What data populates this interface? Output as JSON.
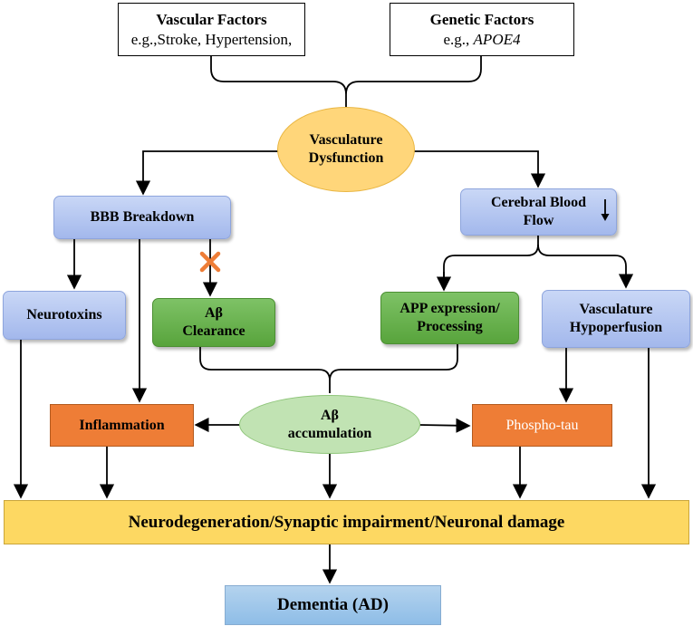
{
  "nodes": {
    "vascular_factors": {
      "title": "Vascular Factors",
      "example": "e.g.,Stroke, Hypertension,"
    },
    "genetic_factors": {
      "title": "Genetic Factors",
      "example_prefix": "e.g., ",
      "example_gene": "APOE4"
    },
    "vasculature_dysfunction": {
      "line1": "Vasculature",
      "line2": "Dysfunction"
    },
    "bbb_breakdown": {
      "label": "BBB Breakdown"
    },
    "cerebral_blood_flow": {
      "line1": "Cerebral Blood",
      "line2": "Flow",
      "indicator": "decrease"
    },
    "neurotoxins": {
      "label": "Neurotoxins"
    },
    "abeta_clearance": {
      "line1": "Aβ",
      "line2": "Clearance"
    },
    "app_expression": {
      "line1": "APP expression/",
      "line2": "Processing"
    },
    "vasculature_hypoperfusion": {
      "line1": "Vasculature",
      "line2": "Hypoperfusion"
    },
    "inflammation": {
      "label": "Inflammation"
    },
    "abeta_accumulation": {
      "line1": "Aβ",
      "line2": "accumulation"
    },
    "phospho_tau": {
      "label": "Phospho-tau"
    },
    "neurodegeneration": {
      "label": "Neurodegeneration/Synaptic impairment/Neuronal damage"
    },
    "dementia": {
      "label": "Dementia (AD)"
    }
  },
  "edges": [
    {
      "from": "vascular_factors",
      "to": "vasculature_dysfunction"
    },
    {
      "from": "genetic_factors",
      "to": "vasculature_dysfunction"
    },
    {
      "from": "vasculature_dysfunction",
      "to": "bbb_breakdown"
    },
    {
      "from": "vasculature_dysfunction",
      "to": "cerebral_blood_flow"
    },
    {
      "from": "bbb_breakdown",
      "to": "neurotoxins"
    },
    {
      "from": "bbb_breakdown",
      "to": "abeta_clearance",
      "blocked": true
    },
    {
      "from": "bbb_breakdown",
      "to": "inflammation"
    },
    {
      "from": "cerebral_blood_flow",
      "to": "app_expression"
    },
    {
      "from": "cerebral_blood_flow",
      "to": "vasculature_hypoperfusion"
    },
    {
      "from": "abeta_clearance",
      "to": "abeta_accumulation"
    },
    {
      "from": "app_expression",
      "to": "abeta_accumulation"
    },
    {
      "from": "vasculature_hypoperfusion",
      "to": "phospho_tau"
    },
    {
      "from": "abeta_accumulation",
      "to": "inflammation"
    },
    {
      "from": "abeta_accumulation",
      "to": "phospho_tau"
    },
    {
      "from": "neurotoxins",
      "to": "neurodegeneration"
    },
    {
      "from": "inflammation",
      "to": "neurodegeneration"
    },
    {
      "from": "abeta_accumulation",
      "to": "neurodegeneration"
    },
    {
      "from": "phospho_tau",
      "to": "neurodegeneration"
    },
    {
      "from": "vasculature_hypoperfusion",
      "to": "neurodegeneration"
    },
    {
      "from": "neurodegeneration",
      "to": "dementia"
    }
  ],
  "colors": {
    "blue_box": "#a3b8ec",
    "green_box": "#58a43c",
    "orange_box": "#ee7d36",
    "yellow_ellipse": "#ffd67a",
    "green_ellipse": "#c1e3b3",
    "banner": "#fdd862",
    "final_box": "#8ebde7",
    "block_mark": "#ee7d36"
  }
}
